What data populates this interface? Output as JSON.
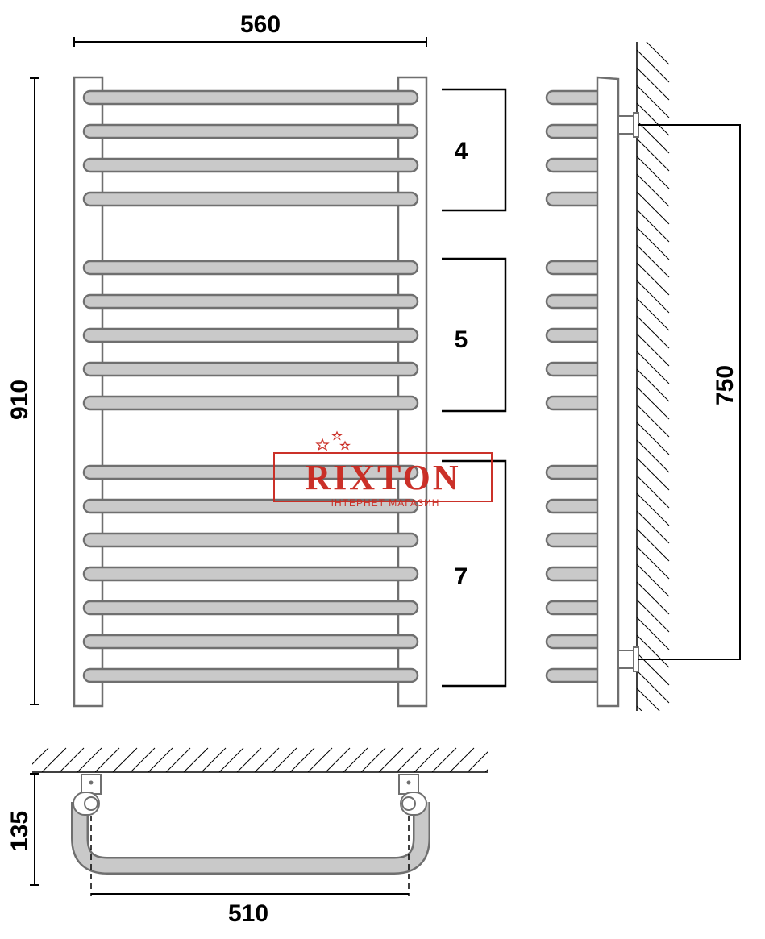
{
  "dimensions": {
    "width_top": "560",
    "height_left": "910",
    "height_mount": "750",
    "depth": "135",
    "mount_spacing": "510"
  },
  "groups": [
    {
      "label": "4",
      "count": 4
    },
    {
      "label": "5",
      "count": 5
    },
    {
      "label": "7",
      "count": 7
    }
  ],
  "watermark": {
    "brand": "RIXTON",
    "subtitle": "ІНТЕРНЕТ МАГАЗИН"
  },
  "colors": {
    "line": "#000000",
    "outline": "#6f6f6f",
    "bar_fill": "#c9c9c9",
    "brand_red": "#c9271e"
  }
}
